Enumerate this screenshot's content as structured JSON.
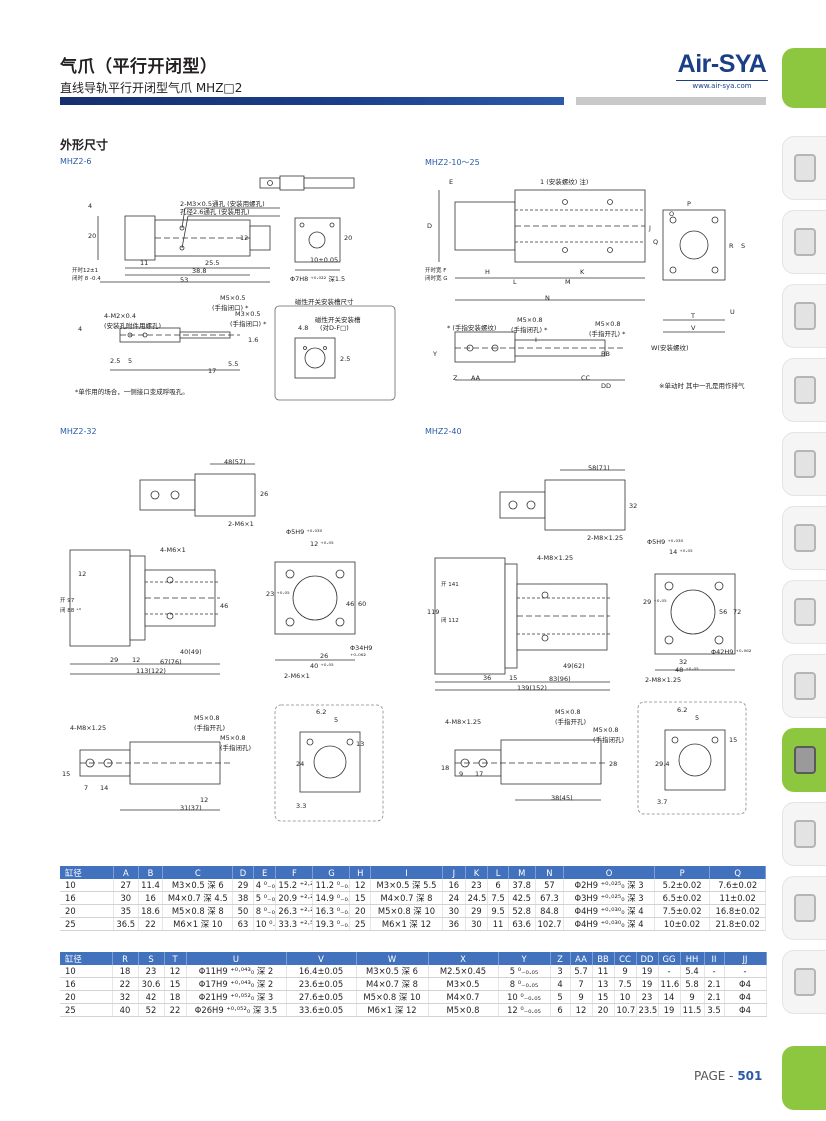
{
  "header": {
    "title": "气爪（平行开闭型）",
    "subtitle": "直线导轨平行开闭型气爪 MHZ□2"
  },
  "logo": {
    "main": "Air-SYA",
    "url": "www.air-sya.com"
  },
  "colors": {
    "accent": "#4272bd",
    "brand": "#1a3f87",
    "side_green": "#8dc63f"
  },
  "side_tabs": [
    "filter-regulator-icon",
    "filter-icon",
    "fitting-icon",
    "elbow-icon",
    "valve-icon",
    "cylinder-icon",
    "regulator-icon",
    "lubricator-icon",
    "gripper-icon",
    "silencer-icon",
    "muffler-icon",
    "tube-icon"
  ],
  "section": {
    "title": "外形尺寸"
  },
  "models": {
    "mhz2_6": "MHZ2-6",
    "mhz2_10_25": "MHZ2-10～25",
    "mhz2_32": "MHZ2-32",
    "mhz2_40": "MHZ2-40"
  },
  "drawings": {
    "d6": {
      "l1": "2-M3×0.5通孔 (安装用螺孔)",
      "l2": "孔径2.6通孔 (安装用孔)",
      "d20": "20",
      "d12": "12",
      "d11": "11",
      "d25_5": "25.5",
      "d38_8": "38.8",
      "d53": "53",
      "open": "开时12±1",
      "close": "闭时 8 -0.4",
      "d4": "4",
      "m5a": "M5×0.5",
      "m5a_note": "(手指闭口) *",
      "m5b": "M3×0.5",
      "m5b_note": "(手指闭口) *",
      "m4": "4-M2×0.4",
      "m4_note": "(安装孔附件用螺孔)",
      "d2_5": "2.5",
      "d5": "5",
      "d17": "17",
      "d5_5": "5.5",
      "d1_6": "1.6",
      "d10": "10±0.05",
      "phi7": "Φ7H8 ⁺⁰·⁰²² 深1.5",
      "d20b": "20",
      "d4b": "4",
      "sw_title": "磁性开关安装槽尺寸",
      "sw_groove": "磁性开关安装槽",
      "sw_groove2": "(对D-F□)",
      "d4_8": "4.8",
      "d2_5b": "2.5",
      "footnote": "*单作用的场合，一侧接口变成呼吸孔。"
    },
    "d10": {
      "l1": "1 (安装螺纹) 注)",
      "E": "E",
      "D": "D",
      "J": "J",
      "H": "H",
      "L": "L",
      "M": "M",
      "K": "K",
      "N": "N",
      "F": "开时宽 F",
      "G": "闭时宽 G",
      "Q": "Q",
      "P": "P",
      "O": "O",
      "R": "R",
      "S": "S",
      "T": "T",
      "V": "V",
      "U": "U",
      "W": "W(安装螺纹)",
      "finger": "* (手指安装螺纹)",
      "m5": "M5×0.8",
      "m5_note": "(手指开孔) *",
      "m5b": "M5×0.8",
      "m5b_note": "(手指闭孔) *",
      "Y": "Y",
      "I": "I",
      "Z": "Z",
      "AA": "AA",
      "BB": "BB",
      "CC": "CC",
      "DD": "DD",
      "note": "※单动时  其中一孔是用作排气"
    },
    "d32": {
      "d48": "48(57)",
      "d26": "26",
      "m6": "2-M6×1",
      "m6b": "4-M6×1",
      "phi5": "Φ5H9 ⁺⁰·⁰³⁰",
      "d12": "12 ⁺⁰·⁰⁵",
      "d23": "23 ⁺⁰·⁰⁵",
      "d46": "46",
      "d60": "60",
      "d46b": "46",
      "phi34": "Φ34H9 ⁺⁰·⁰⁶²",
      "d26b": "26",
      "d40": "40 ⁺⁰·⁰⁵",
      "m6c": "2-M6×1",
      "open": "开 97",
      "close": "闭 88 ⁺⁰",
      "d12b": "12",
      "d40_49": "40(49)",
      "d29": "29",
      "d12c": "12",
      "d67": "67(76)",
      "d113": "113(122)",
      "m8": "4-M8×1.25",
      "m5a": "M5×0.8",
      "m5a_note": "(手指开孔)",
      "m5b": "M5×0.8",
      "m5b_note": "(手指闭孔)",
      "d15": "15",
      "d7": "7",
      "d14": "14",
      "d12d": "12",
      "d31": "31(37)",
      "d6_2": "6.2",
      "d5": "5",
      "d24": "24",
      "d3_3": "3.3",
      "d13": "13"
    },
    "d40": {
      "d58": "58(71)",
      "d32": "32",
      "m8": "2-M8×1.25",
      "m8b": "4-M8×1.25",
      "phi5": "Φ5H9 ⁺⁰·⁰³⁰",
      "d14": "14 ⁺⁰·⁰⁵",
      "d29": "29 ⁺⁰·⁰⁵",
      "d56": "56",
      "d72": "72",
      "phi42": "Φ42H9 ⁺⁰·⁰⁶²",
      "d32b": "32",
      "d48": "48 ⁺⁰·⁰⁵",
      "m8c": "2-M8×1.25",
      "d119": "119",
      "open": "开 141",
      "close": "闭 112",
      "d49": "49(62)",
      "d36": "36",
      "d15": "15",
      "d83": "83(96)",
      "d139": "139(152)",
      "m8d": "4-M8×1.25",
      "m5a": "M5×0.8",
      "m5a_note": "(手指开孔)",
      "m5b": "M5×0.8",
      "m5b_note": "(手指闭孔)",
      "d18": "18",
      "d9": "9",
      "d17": "17",
      "d28": "28",
      "d38": "38(45)",
      "d6_2": "6.2",
      "d5": "5",
      "d29_4": "29.4",
      "d3_7": "3.7",
      "d15b": "15"
    }
  },
  "table1": {
    "headers": [
      "缸径",
      "A",
      "B",
      "C",
      "D",
      "E",
      "F",
      "G",
      "H",
      "I",
      "J",
      "K",
      "L",
      "M",
      "N",
      "O",
      "P",
      "Q"
    ],
    "rows": [
      [
        "10",
        "27",
        "11.4",
        "M3×0.5 深 6",
        "29",
        "4 ⁰₋₀.₁",
        "15.2 ⁺²·²₋₀.₃",
        "11.2 ⁰₋₀.₇",
        "12",
        "M3×0.5 深 5.5",
        "16",
        "23",
        "6",
        "37.8",
        "57",
        "Φ2H9 ⁺⁰·⁰²⁵₀ 深 3",
        "5.2±0.02",
        "7.6±0.02"
      ],
      [
        "16",
        "30",
        "16",
        "M4×0.7 深 4.5",
        "38",
        "5 ⁰₋₀.₁",
        "20.9 ⁺²·²₋₀.₂",
        "14.9 ⁰₋₀.₇",
        "15",
        "M4×0.7 深 8",
        "24",
        "24.5",
        "7.5",
        "42.5",
        "67.3",
        "Φ3H9 ⁺⁰·⁰²⁵₀ 深 3",
        "6.5±0.02",
        "11±0.02"
      ],
      [
        "20",
        "35",
        "18.6",
        "M5×0.8 深 8",
        "50",
        "8 ⁰₋₀.₁",
        "26.3 ⁺²·²₋₀.₂",
        "16.3 ⁰₋₀.₇",
        "20",
        "M5×0.8 深 10",
        "30",
        "29",
        "9.5",
        "52.8",
        "84.8",
        "Φ4H9 ⁺⁰·⁰³⁰₀ 深 4",
        "7.5±0.02",
        "16.8±0.02"
      ],
      [
        "25",
        "36.5",
        "22",
        "M6×1 深 10",
        "63",
        "10 ⁰₋₀.₁",
        "33.3 ⁺²·⁵₋₀.₂",
        "19.3 ⁰₋₀.₈",
        "25",
        "M6×1 深 12",
        "36",
        "30",
        "11",
        "63.6",
        "102.7",
        "Φ4H9 ⁺⁰·⁰³⁰₀ 深 4",
        "10±0.02",
        "21.8±0.02"
      ]
    ]
  },
  "table2": {
    "headers": [
      "缸径",
      "R",
      "S",
      "T",
      "U",
      "V",
      "W",
      "X",
      "Y",
      "Z",
      "AA",
      "BB",
      "CC",
      "DD",
      "GG",
      "HH",
      "II",
      "JJ"
    ],
    "rows": [
      [
        "10",
        "18",
        "23",
        "12",
        "Φ11H9 ⁺⁰·⁰⁴³₀ 深 2",
        "16.4±0.05",
        "M3×0.5 深 6",
        "M2.5×0.45",
        "5 ⁰₋₀.₀₅",
        "3",
        "5.7",
        "11",
        "9",
        "19",
        "-",
        "5.4",
        "-",
        "-"
      ],
      [
        "16",
        "22",
        "30.6",
        "15",
        "Φ17H9 ⁺⁰·⁰⁴³₀ 深 2",
        "23.6±0.05",
        "M4×0.7 深 8",
        "M3×0.5",
        "8 ⁰₋₀.₀₅",
        "4",
        "7",
        "13",
        "7.5",
        "19",
        "11.6",
        "5.8",
        "2.1",
        "Φ4"
      ],
      [
        "20",
        "32",
        "42",
        "18",
        "Φ21H9 ⁺⁰·⁰⁵²₀ 深 3",
        "27.6±0.05",
        "M5×0.8 深 10",
        "M4×0.7",
        "10 ⁰₋₀.₀₅",
        "5",
        "9",
        "15",
        "10",
        "23",
        "14",
        "9",
        "2.1",
        "Φ4"
      ],
      [
        "25",
        "40",
        "52",
        "22",
        "Φ26H9 ⁺⁰·⁰⁵²₀ 深 3.5",
        "33.6±0.05",
        "M6×1 深 12",
        "M5×0.8",
        "12 ⁰₋₀.₀₅",
        "6",
        "12",
        "20",
        "10.7",
        "23.5",
        "19",
        "11.5",
        "3.5",
        "Φ4"
      ]
    ]
  },
  "page": {
    "label": "PAGE -",
    "number": "501"
  }
}
